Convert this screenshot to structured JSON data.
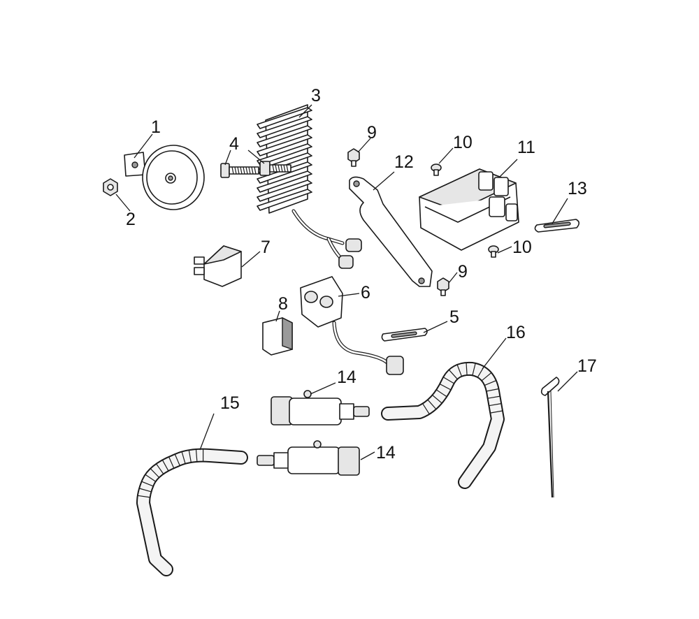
{
  "diagram": {
    "callouts": [
      {
        "id": "c1",
        "text": "1"
      },
      {
        "id": "c2",
        "text": "2"
      },
      {
        "id": "c3",
        "text": "3"
      },
      {
        "id": "c4",
        "text": "4"
      },
      {
        "id": "c5",
        "text": "5"
      },
      {
        "id": "c6",
        "text": "6"
      },
      {
        "id": "c7",
        "text": "7"
      },
      {
        "id": "c8",
        "text": "8"
      },
      {
        "id": "c9a",
        "text": "9"
      },
      {
        "id": "c9b",
        "text": "9"
      },
      {
        "id": "c10a",
        "text": "10"
      },
      {
        "id": "c10b",
        "text": "10"
      },
      {
        "id": "c11",
        "text": "11"
      },
      {
        "id": "c12",
        "text": "12"
      },
      {
        "id": "c13",
        "text": "13"
      },
      {
        "id": "c14a",
        "text": "14"
      },
      {
        "id": "c14b",
        "text": "14"
      },
      {
        "id": "c15",
        "text": "15"
      },
      {
        "id": "c16",
        "text": "16"
      },
      {
        "id": "c17",
        "text": "17"
      }
    ]
  }
}
